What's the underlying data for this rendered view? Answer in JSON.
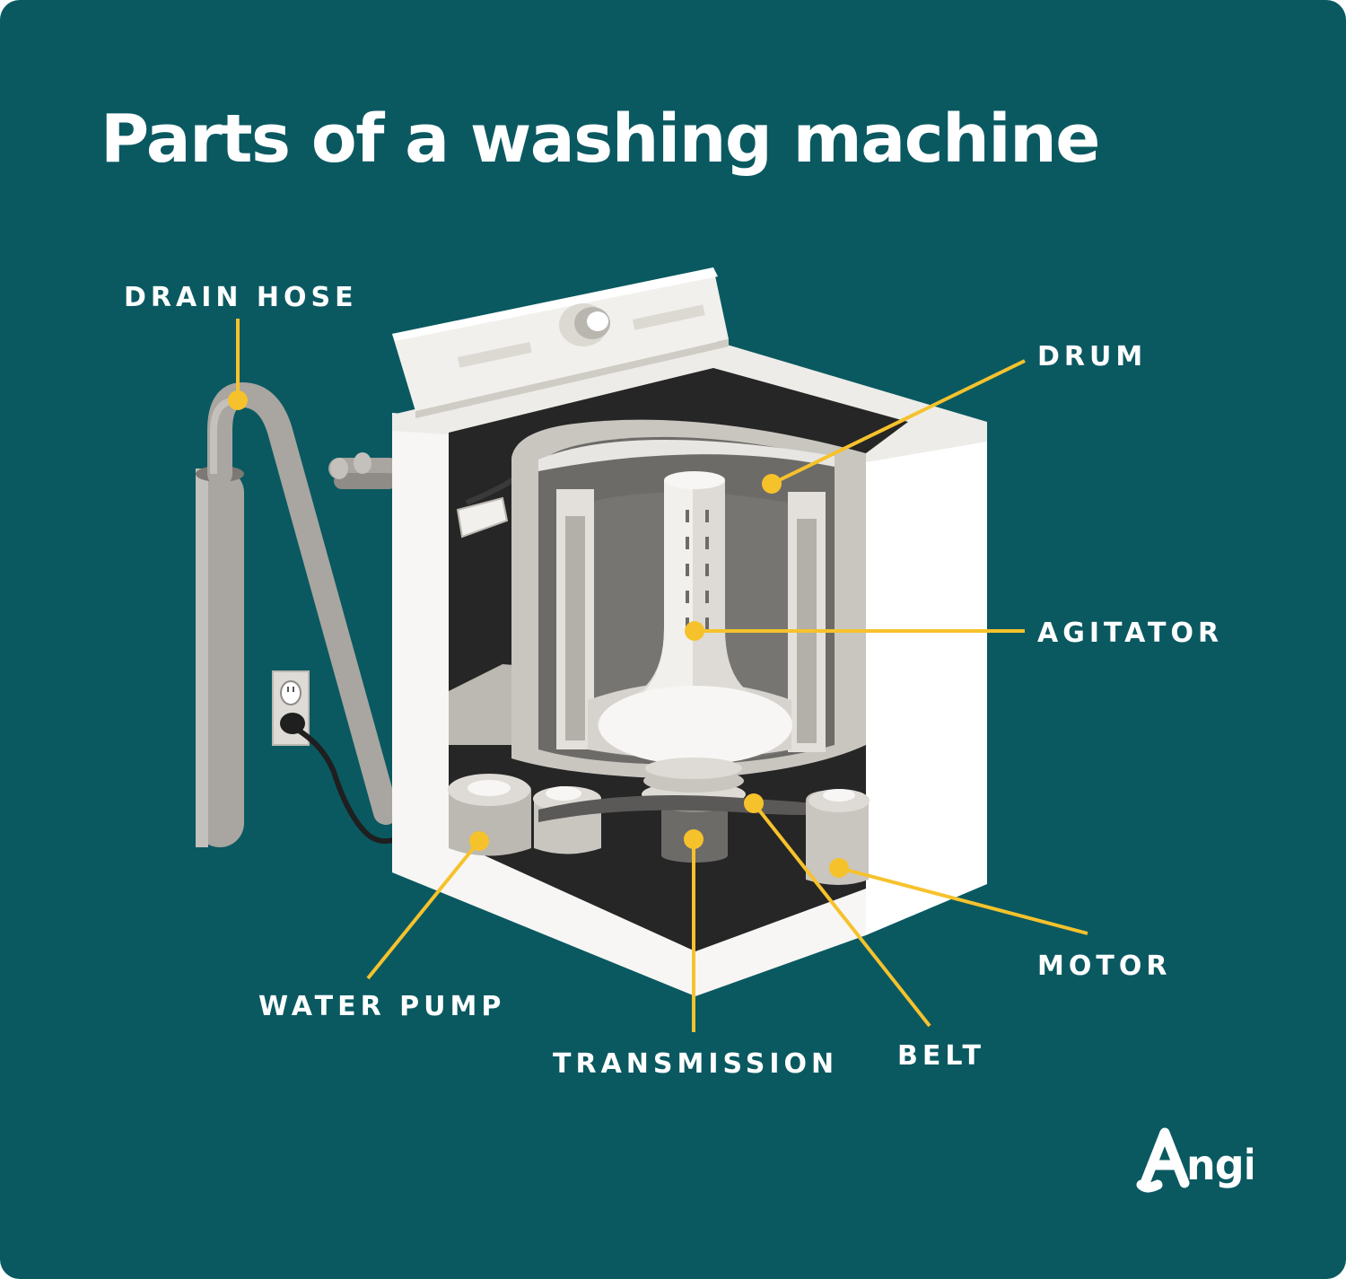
{
  "title": "Parts of a washing machine",
  "colors": {
    "background": "#0a5961",
    "title_text": "#ffffff",
    "label_text": "#ffffff",
    "leader_line": "#f6c22c",
    "callout_dot": "#f6c22c",
    "machine_body": "#ffffff",
    "machine_interior": "#262626",
    "drum": "#c9c6c0"
  },
  "labels": {
    "drain_hose": "DRAIN HOSE",
    "drum": "DRUM",
    "agitator": "AGITATOR",
    "motor": "MOTOR",
    "water_pump": "WATER PUMP",
    "transmission": "TRANSMISSION",
    "belt": "BELT"
  },
  "brand": {
    "name": "Angi",
    "logo_icon": "angi-house-logo-icon"
  },
  "icons": {
    "outlet": "wall-outlet-icon",
    "plug": "power-plug-icon"
  }
}
